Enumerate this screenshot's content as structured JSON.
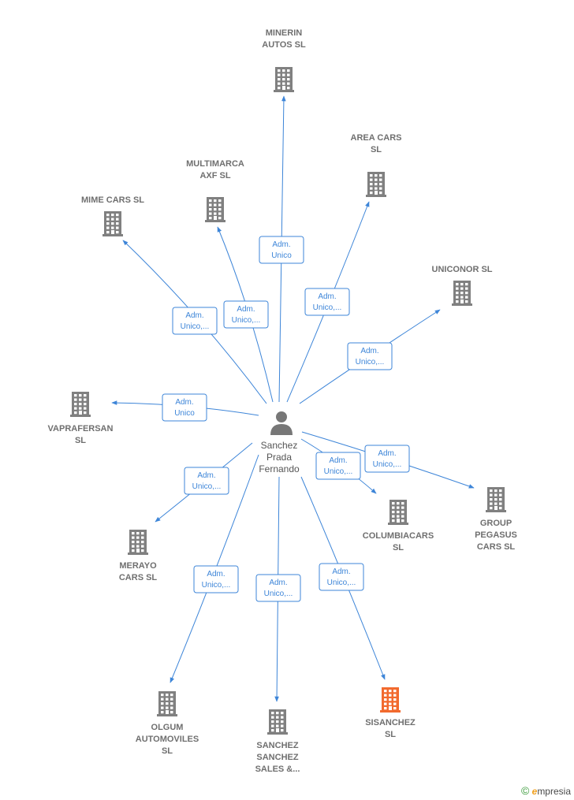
{
  "colors": {
    "edge": "#3d85d8",
    "building": "#808080",
    "highlight": "#f26a2e"
  },
  "center": {
    "name_lines": [
      "Sanchez",
      "Prada",
      "Fernando"
    ],
    "icon": "person-icon"
  },
  "nodes": [
    {
      "id": "minerin",
      "lines": [
        "MINERIN",
        "AUTOS  SL"
      ],
      "label": [
        "Adm.",
        "Unico"
      ],
      "highlight": false
    },
    {
      "id": "area",
      "lines": [
        "AREA CARS",
        "SL"
      ],
      "label": [
        "Adm.",
        "Unico,..."
      ],
      "highlight": false
    },
    {
      "id": "multimarca",
      "lines": [
        "MULTIMARCA",
        "AXF  SL"
      ],
      "label": [
        "Adm.",
        "Unico,..."
      ],
      "highlight": false
    },
    {
      "id": "mime",
      "lines": [
        "MIME CARS  SL"
      ],
      "label": [
        "Adm.",
        "Unico,..."
      ],
      "highlight": false
    },
    {
      "id": "uniconor",
      "lines": [
        "UNICONOR SL"
      ],
      "label": [
        "Adm.",
        "Unico,..."
      ],
      "highlight": false
    },
    {
      "id": "vaprafersan",
      "lines": [
        "VAPRAFERSAN",
        "SL"
      ],
      "label": [
        "Adm.",
        "Unico"
      ],
      "highlight": false
    },
    {
      "id": "columbia",
      "lines": [
        "COLUMBIACARS",
        "SL"
      ],
      "label": [
        "Adm.",
        "Unico,..."
      ],
      "highlight": false
    },
    {
      "id": "group",
      "lines": [
        "GROUP",
        "PEGASUS",
        "CARS  SL"
      ],
      "label": [
        "Adm.",
        "Unico,..."
      ],
      "highlight": false
    },
    {
      "id": "merayo",
      "lines": [
        "MERAYO",
        "CARS  SL"
      ],
      "label": [
        "Adm.",
        "Unico,..."
      ],
      "highlight": false
    },
    {
      "id": "olgum",
      "lines": [
        "OLGUM",
        "AUTOMOVILES",
        "SL"
      ],
      "label": [
        "Adm.",
        "Unico,..."
      ],
      "highlight": false
    },
    {
      "id": "sanchez",
      "lines": [
        "SANCHEZ",
        "SANCHEZ",
        "SALES &..."
      ],
      "label": [
        "Adm.",
        "Unico,..."
      ],
      "highlight": false
    },
    {
      "id": "sisanchez",
      "lines": [
        "SISANCHEZ",
        "SL"
      ],
      "label": [
        "Adm.",
        "Unico,..."
      ],
      "highlight": true
    }
  ],
  "watermark": {
    "symbol": "©",
    "brand_initial": "e",
    "brand_rest": "mpresia"
  }
}
